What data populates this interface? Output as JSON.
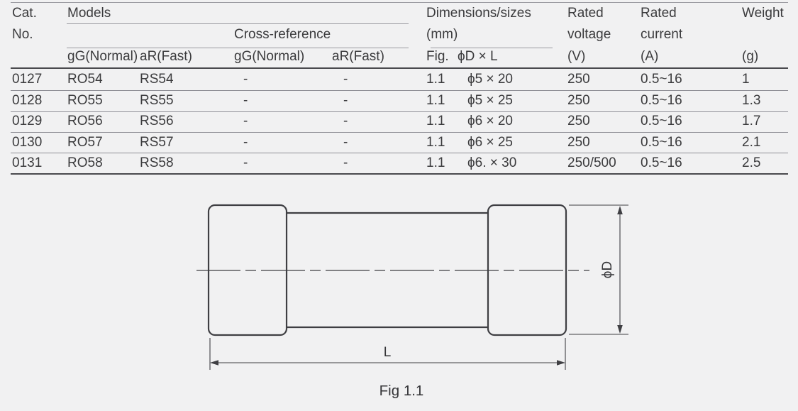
{
  "table": {
    "header": {
      "cat_line1": "Cat.",
      "cat_line2": "No.",
      "models": "Models",
      "cross_reference": "Cross-reference",
      "dimensions_line1": "Dimensions/sizes",
      "dimensions_line2": "(mm)",
      "rated_voltage_line1": "Rated",
      "rated_voltage_line2": "voltage",
      "rated_voltage_unit": "(V)",
      "rated_current_line1": "Rated",
      "rated_current_line2": "current",
      "rated_current_unit": "(A)",
      "weight": "Weight",
      "weight_unit": "(g)",
      "sub": {
        "gg_models": "gG(Normal)",
        "ar_models": "aR(Fast)",
        "gg_cross": "gG(Normal)",
        "ar_cross": "aR(Fast)",
        "fig": "Fig.",
        "d_x_l": "ϕD × L"
      }
    },
    "rows": [
      {
        "cat": "0127",
        "gg": "RO54",
        "ar": "RS54",
        "gg_cross": "-",
        "ar_cross": "-",
        "fig": "1.1",
        "dxl": "ϕ5 × 20",
        "voltage": "250",
        "current": "0.5~16",
        "weight": "1"
      },
      {
        "cat": "0128",
        "gg": "RO55",
        "ar": "RS55",
        "gg_cross": "-",
        "ar_cross": "-",
        "fig": "1.1",
        "dxl": "ϕ5 × 25",
        "voltage": "250",
        "current": "0.5~16",
        "weight": "1.3"
      },
      {
        "cat": "0129",
        "gg": "RO56",
        "ar": "RS56",
        "gg_cross": "-",
        "ar_cross": "-",
        "fig": "1.1",
        "dxl": "ϕ6 × 20",
        "voltage": "250",
        "current": "0.5~16",
        "weight": "1.7"
      },
      {
        "cat": "0130",
        "gg": "RO57",
        "ar": "RS57",
        "gg_cross": "-",
        "ar_cross": "-",
        "fig": "1.1",
        "dxl": "ϕ6 × 25",
        "voltage": "250",
        "current": "0.5~16",
        "weight": "2.1"
      },
      {
        "cat": "0131",
        "gg": "RO58",
        "ar": "RS58",
        "gg_cross": "-",
        "ar_cross": "-",
        "fig": "1.1",
        "dxl": "ϕ6. × 30",
        "voltage": "250/500",
        "current": "0.5~16",
        "weight": "2.5"
      }
    ]
  },
  "diagram": {
    "diameter_label": "ϕD",
    "length_label": "L",
    "caption": "Fig 1.1"
  },
  "colors": {
    "background": "#f1f1f2",
    "text": "#3b3b3d",
    "rule_light": "#9b9ba1",
    "rule_dark": "#4a4a4e",
    "diagram_stroke": "#3f3f43"
  }
}
